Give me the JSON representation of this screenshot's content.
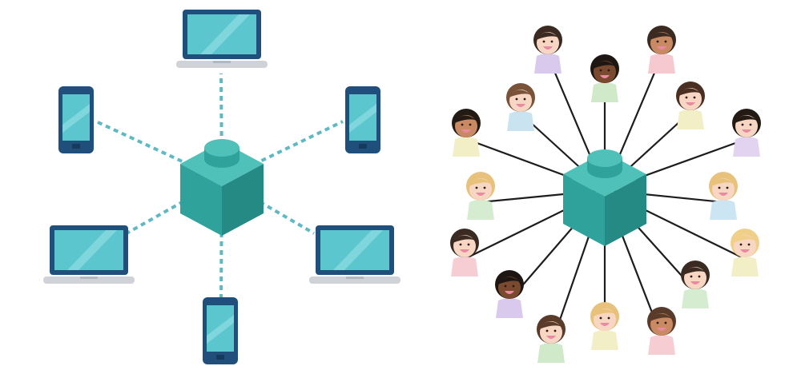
{
  "colors": {
    "background": "#ffffff",
    "hub_top": "#4fc1b9",
    "hub_left": "#2fa39b",
    "hub_right": "#258a83",
    "device_frame": "#1f4f7a",
    "device_screen": "#5cc6cf",
    "device_screen_shine": "#8fdde2",
    "laptop_base": "#cfd3d8",
    "dashed_link": "#5fb9c3",
    "solid_link": "#1d1d1d",
    "skin_light": "#f7d7c4",
    "skin_dark": "#7a4a2f",
    "skin_medium": "#c98a63"
  },
  "left_network": {
    "hub": "teal-block",
    "link_style": "dashed",
    "devices": [
      {
        "kind": "laptop",
        "icon": "laptop-icon"
      },
      {
        "kind": "phone",
        "icon": "phone-icon"
      },
      {
        "kind": "phone",
        "icon": "phone-icon"
      },
      {
        "kind": "laptop",
        "icon": "laptop-icon"
      },
      {
        "kind": "laptop",
        "icon": "laptop-icon"
      },
      {
        "kind": "phone",
        "icon": "phone-icon"
      }
    ]
  },
  "right_network": {
    "hub": "teal-block",
    "link_style": "solid",
    "people": [
      {
        "skin": "light",
        "hair": "#3a2a22",
        "shirt": "#d9c9ec"
      },
      {
        "skin": "medium",
        "hair": "#3a2a22",
        "shirt": "#f6c9d0"
      },
      {
        "skin": "dark",
        "hair": "#1e1612",
        "shirt": "#cfe9c9"
      },
      {
        "skin": "light",
        "hair": "#7a5238",
        "shirt": "#c9e4f0"
      },
      {
        "skin": "light",
        "hair": "#4a2f22",
        "shirt": "#f2efc7"
      },
      {
        "skin": "medium",
        "hair": "#241a14",
        "shirt": "#f2efc7"
      },
      {
        "skin": "light",
        "hair": "#241a14",
        "shirt": "#e2d4f0"
      },
      {
        "skin": "light",
        "hair": "#e8c27a",
        "shirt": "#d6ecd0"
      },
      {
        "skin": "light",
        "hair": "#e8c27a",
        "shirt": "#cbe6f2"
      },
      {
        "skin": "light",
        "hair": "#3a2a22",
        "shirt": "#f6cdd3"
      },
      {
        "skin": "light",
        "hair": "#f0cf88",
        "shirt": "#f2efc7"
      },
      {
        "skin": "dark",
        "hair": "#1e1612",
        "shirt": "#d9c9ec"
      },
      {
        "skin": "light",
        "hair": "#3a2a22",
        "shirt": "#d6ecd0"
      },
      {
        "skin": "light",
        "hair": "#5a3a28",
        "shirt": "#cfe9c9"
      },
      {
        "skin": "light",
        "hair": "#e8c27a",
        "shirt": "#f2efc7"
      },
      {
        "skin": "medium",
        "hair": "#5a3a28",
        "shirt": "#f6cdd3"
      }
    ]
  }
}
